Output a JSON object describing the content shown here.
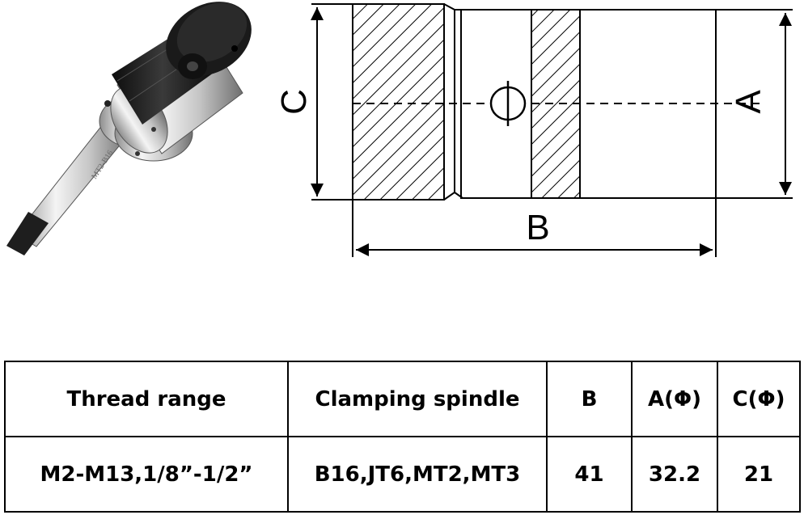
{
  "product_photo": {
    "engraving": "MT2-B16"
  },
  "drawing": {
    "dimension_labels": {
      "a": "A",
      "b": "B",
      "c": "C",
      "diameter_symbol": "Φ"
    }
  },
  "spec_table": {
    "headers": [
      "Thread range",
      "Clamping spindle",
      "B",
      "A(Φ)",
      "C(Φ)"
    ],
    "rows": [
      [
        "M2-M13,1/8”-1/2”",
        "B16,JT6,MT2,MT3",
        "41",
        "32.2",
        "21"
      ]
    ]
  }
}
